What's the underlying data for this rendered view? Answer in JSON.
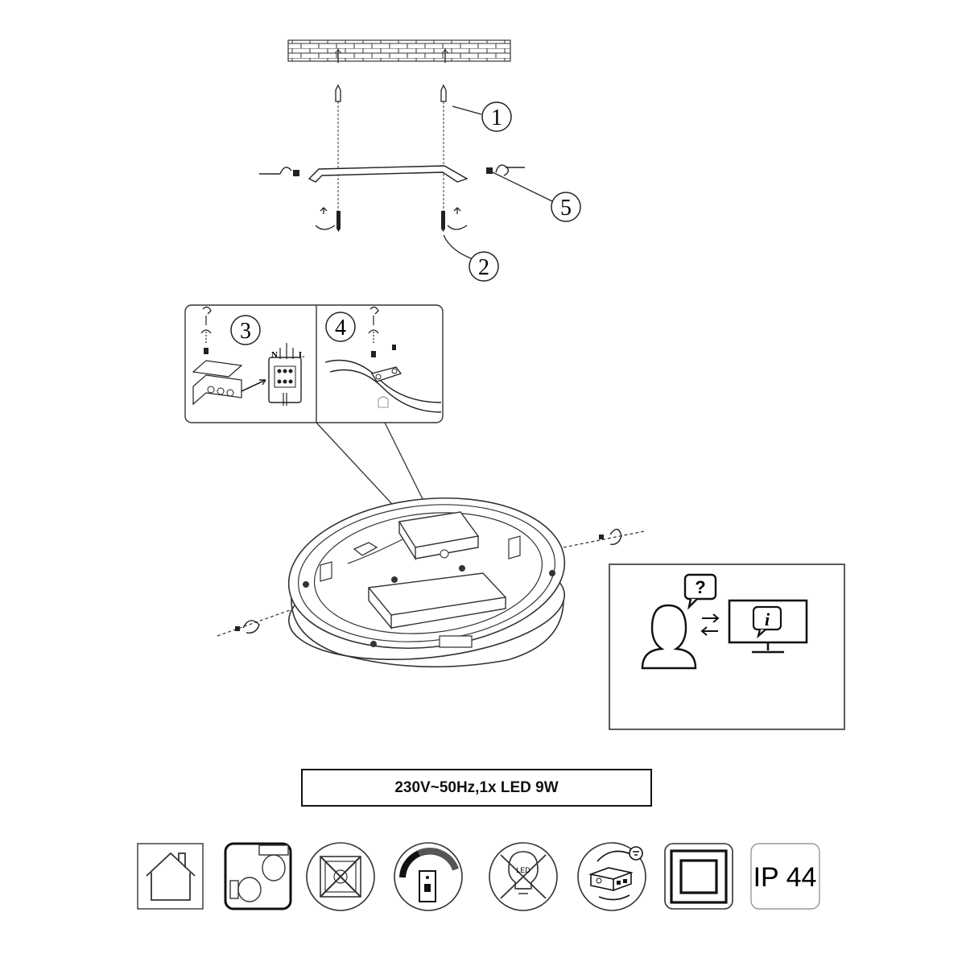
{
  "callouts": {
    "c1": "1",
    "c2": "2",
    "c3": "3",
    "c4": "4",
    "c5": "5"
  },
  "terminal_labels": {
    "neutral": "N",
    "live": "L"
  },
  "info_panel": {
    "question_mark": "?",
    "info_mark": "i"
  },
  "spec": {
    "text": "230V~50Hz,1x LED 9W"
  },
  "symbols": [
    {
      "id": "indoor-use",
      "icon": "house-icon"
    },
    {
      "id": "bulb-orientation",
      "icon": "bulb-icon"
    },
    {
      "id": "not-covered",
      "icon": "crossed-box-icon"
    },
    {
      "id": "dimmer",
      "icon": "dimmer-icon"
    },
    {
      "id": "led-not-replaceable",
      "icon": "crossed-led-icon"
    },
    {
      "id": "driver-replaceable",
      "icon": "driver-icon"
    },
    {
      "id": "class-ii",
      "icon": "double-square-icon"
    },
    {
      "id": "ip-rating",
      "icon": "ip-icon",
      "label": "IP 44"
    }
  ]
}
